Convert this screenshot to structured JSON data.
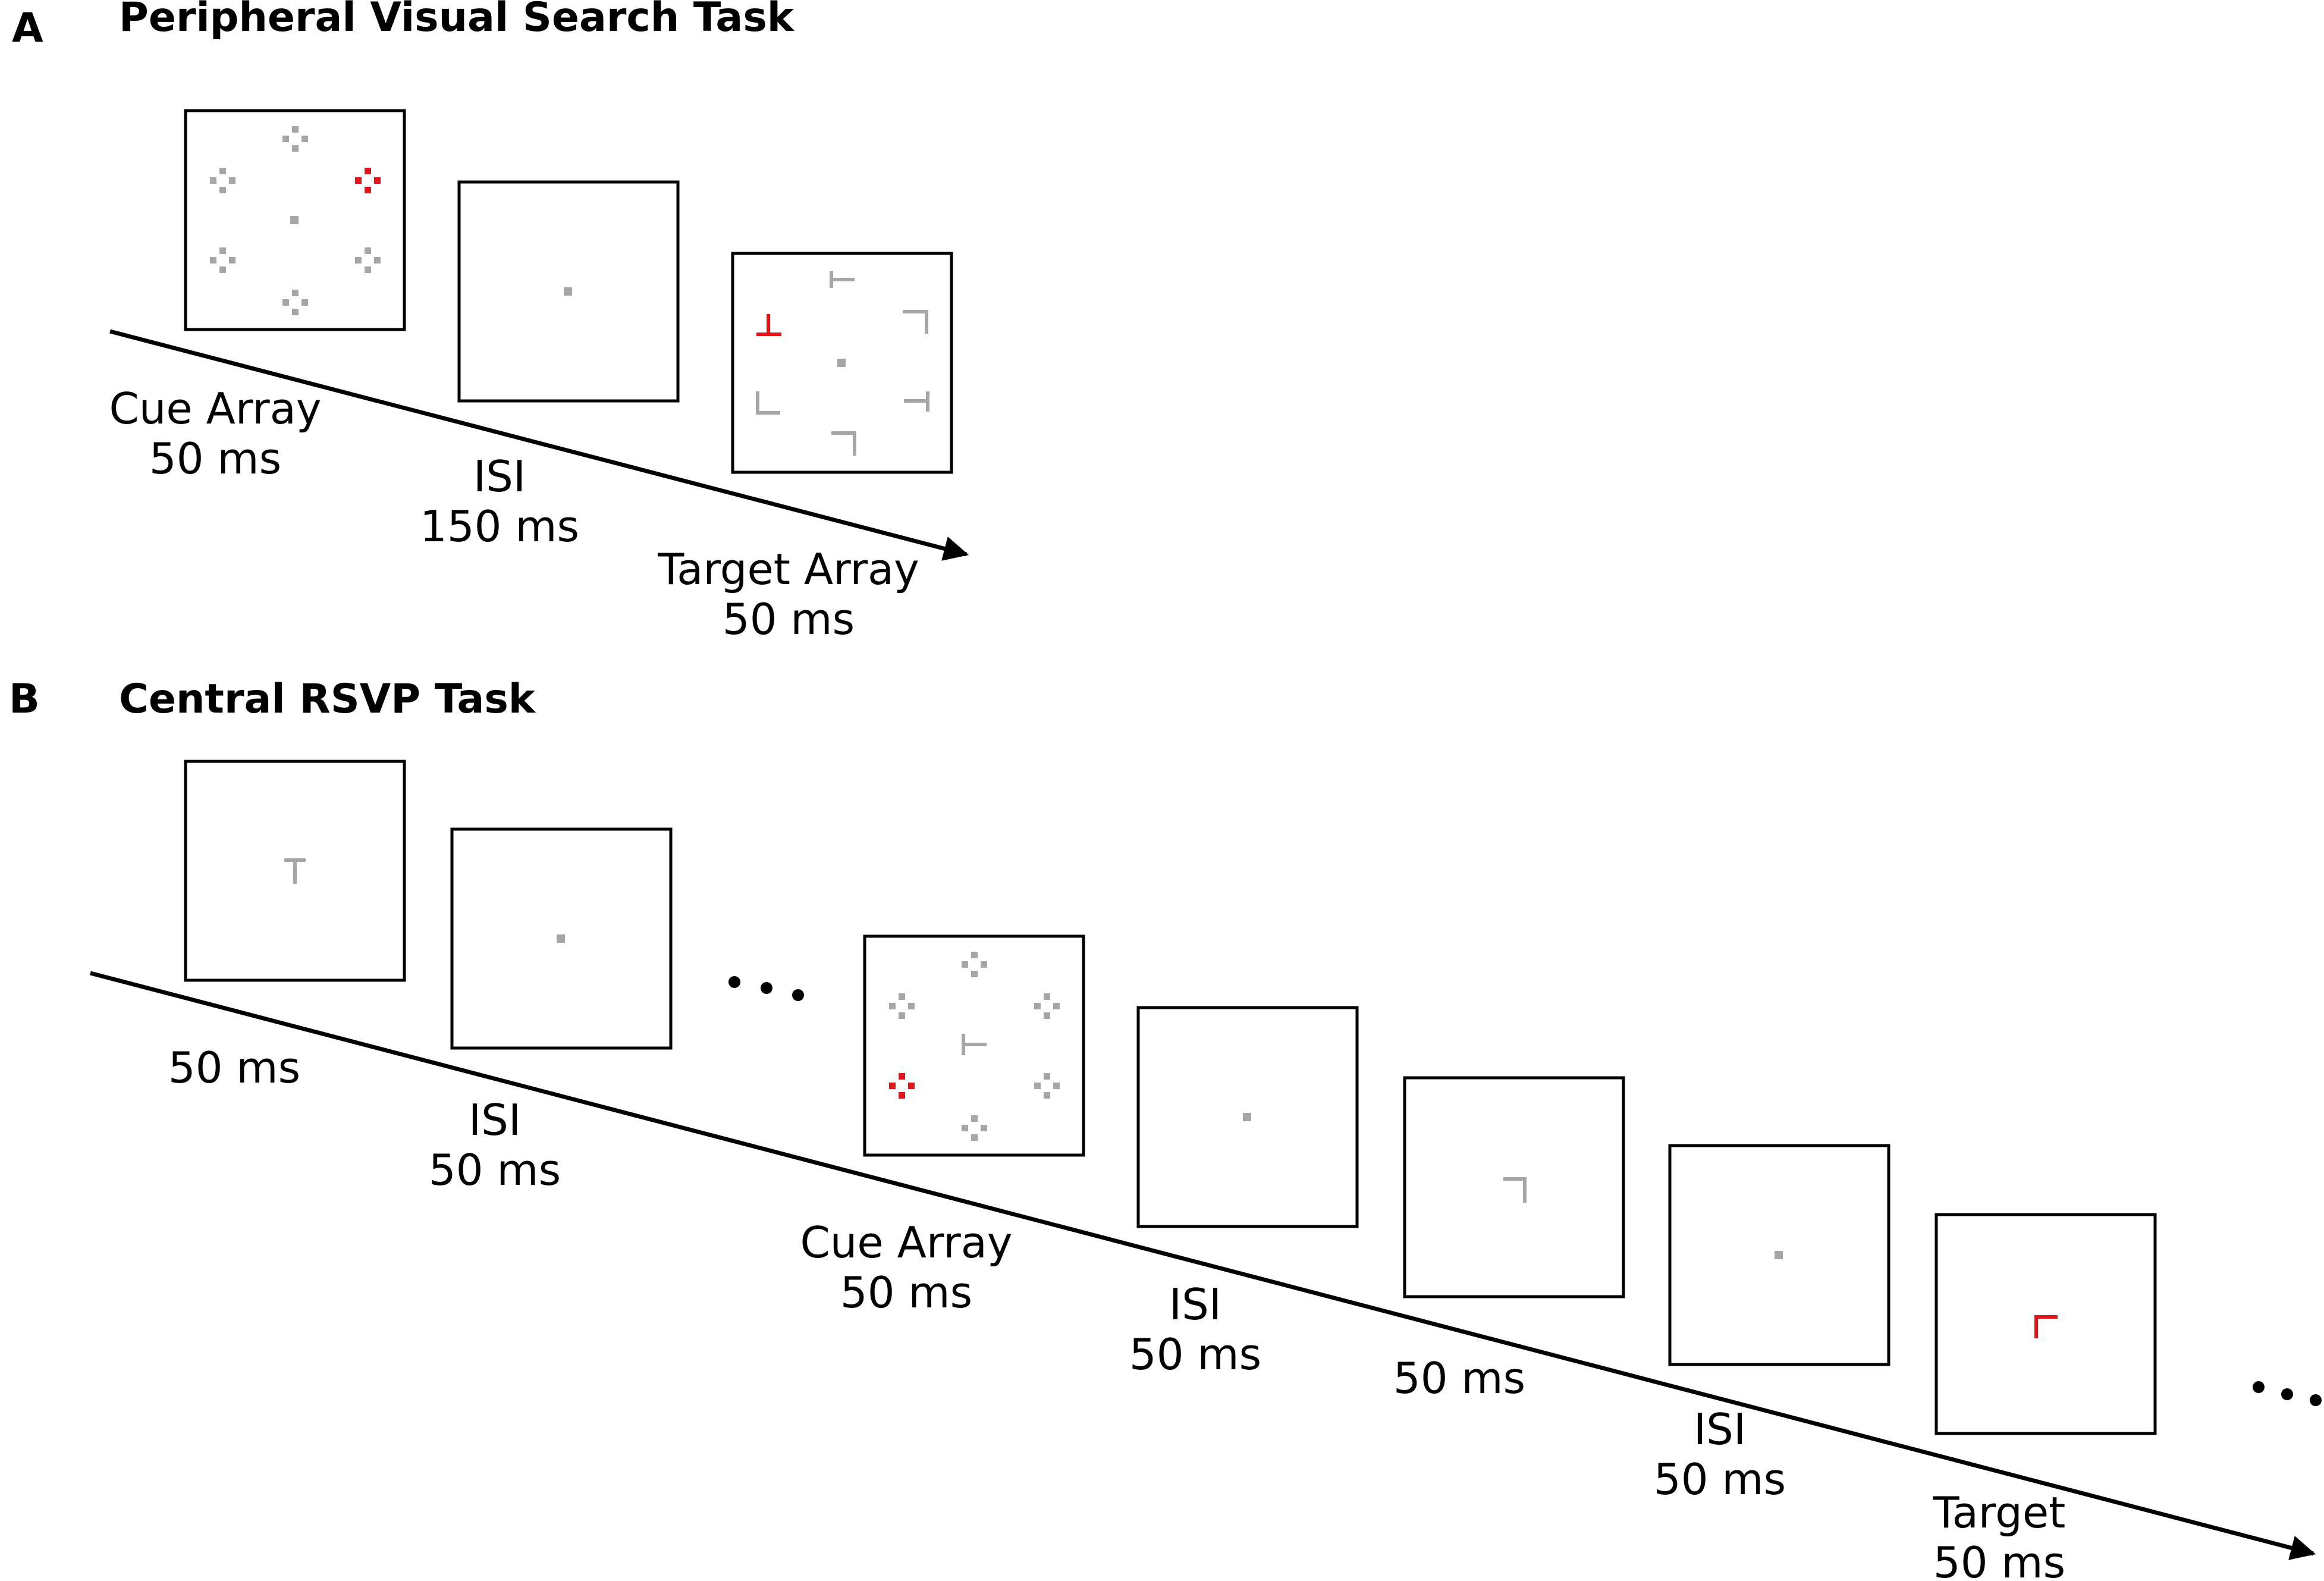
{
  "colors": {
    "gray": "#a6a6a6",
    "red": "#e0161b",
    "line": "#000000"
  },
  "panels": [
    {
      "letter": "A",
      "title": "Peripheral Visual Search Task",
      "frames": [
        {
          "content": "cue-array",
          "red_position": "right"
        },
        {
          "content": "fixation"
        },
        {
          "content": "target-array",
          "red_position": "left"
        }
      ],
      "labels": [
        {
          "line1": "Cue Array",
          "line2": "50 ms"
        },
        {
          "line1": "ISI",
          "line2": "150 ms"
        },
        {
          "line1": "Target Array",
          "line2": "50 ms"
        }
      ]
    },
    {
      "letter": "B",
      "title": "Central RSVP Task",
      "frames": [
        {
          "content": "T-letter"
        },
        {
          "content": "fixation"
        },
        {
          "content": "cue-array-central",
          "red_position": "lower-left"
        },
        {
          "content": "fixation"
        },
        {
          "content": "L-letter"
        },
        {
          "content": "fixation"
        },
        {
          "content": "target-letter"
        }
      ],
      "labels": [
        {
          "line1": "50 ms",
          "line2": ""
        },
        {
          "line1": "ISI",
          "line2": "50 ms"
        },
        {
          "line1": "Cue Array",
          "line2": "50 ms"
        },
        {
          "line1": "ISI",
          "line2": "50 ms"
        },
        {
          "line1": "50 ms",
          "line2": ""
        },
        {
          "line1": "ISI",
          "line2": "50 ms"
        },
        {
          "line1": "Target",
          "line2": "50 ms"
        }
      ]
    }
  ]
}
